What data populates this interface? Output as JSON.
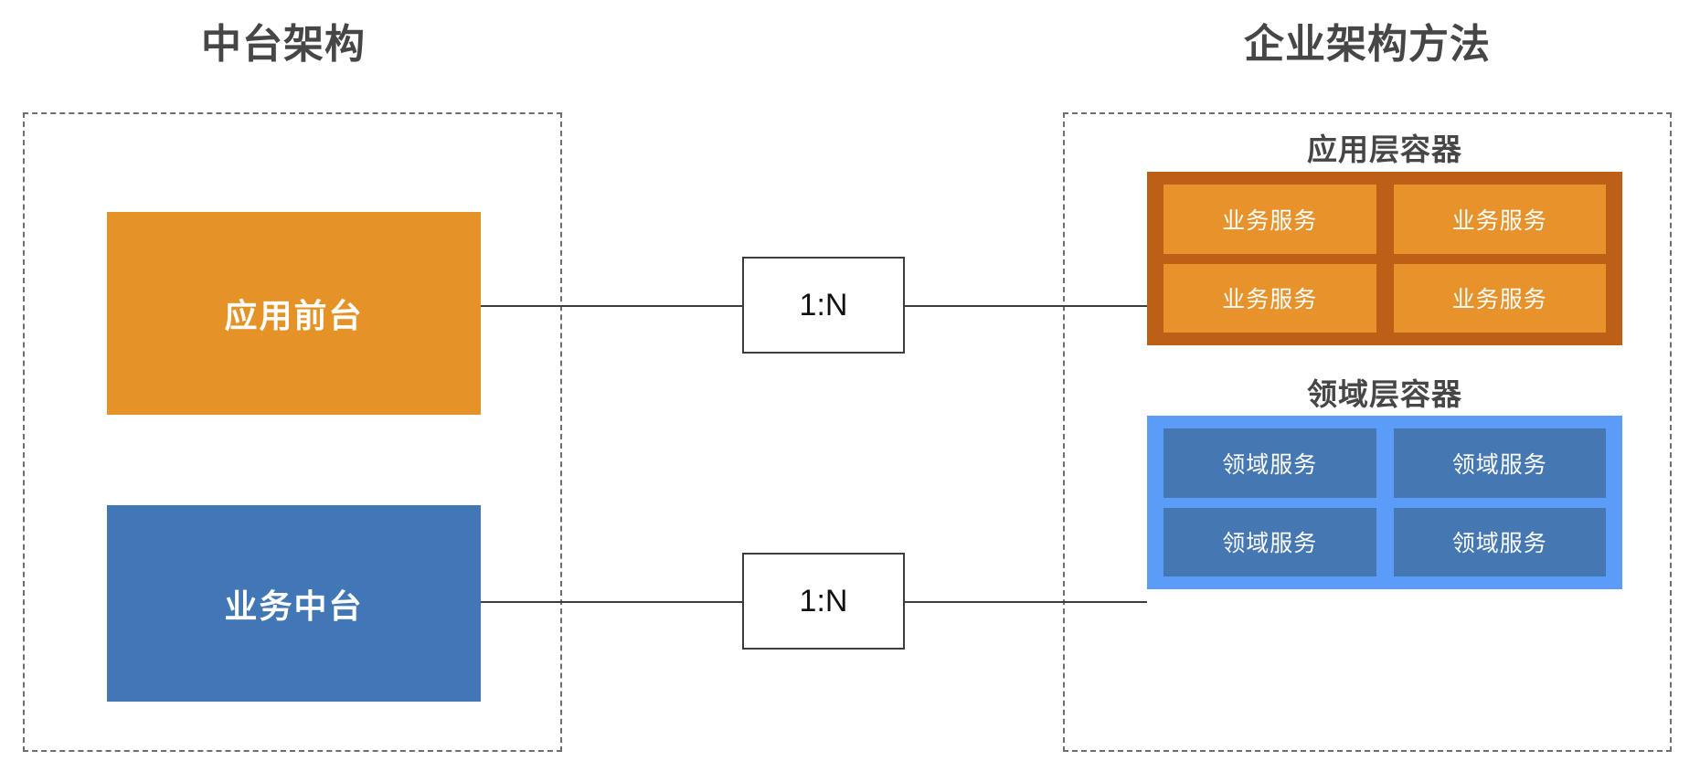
{
  "diagram": {
    "left_panel": {
      "title": "中台架构",
      "blocks": [
        {
          "label": "应用前台",
          "color": "#E59326"
        },
        {
          "label": "业务中台",
          "color": "#4177B4"
        }
      ]
    },
    "cardinality": {
      "top": "1:N",
      "bottom": "1:N"
    },
    "right_panel": {
      "title": "企业架构方法",
      "containers": [
        {
          "caption": "应用层容器",
          "container_color": "#BE5F18",
          "card_color": "#E7922B",
          "cards": [
            "业务服务",
            "业务服务",
            "业务服务",
            "业务服务"
          ]
        },
        {
          "caption": "领域层容器",
          "container_color": "#5B9CF9",
          "card_color": "#4577B2",
          "cards": [
            "领域服务",
            "领域服务",
            "领域服务",
            "领域服务"
          ]
        }
      ]
    }
  }
}
